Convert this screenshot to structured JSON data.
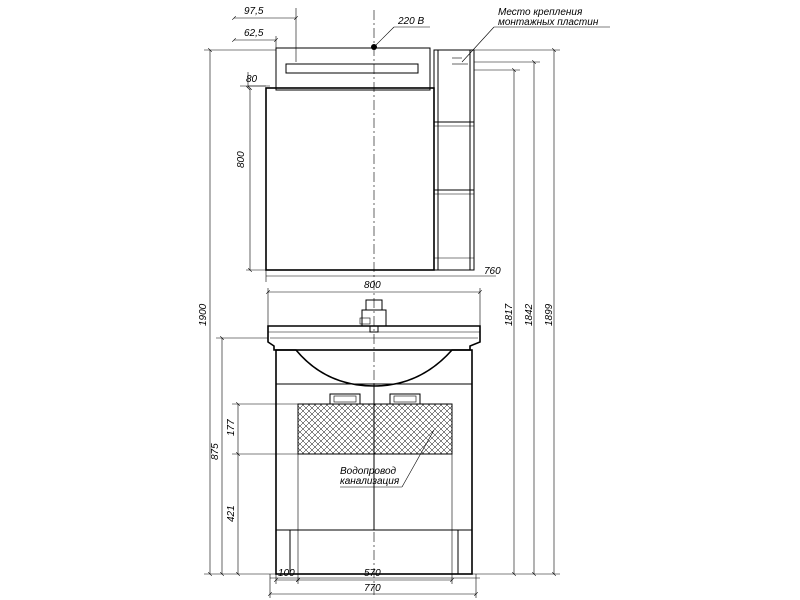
{
  "dimensions": {
    "d97_5": "97,5",
    "d62_5": "62,5",
    "d80": "80",
    "d800_height": "800",
    "d760": "760",
    "d800_width": "800",
    "d1900": "1900",
    "d1817": "1817",
    "d1842": "1842",
    "d1899": "1899",
    "d875": "875",
    "d177": "177",
    "d421": "421",
    "d100": "100",
    "d570": "570",
    "d770": "770"
  },
  "labels": {
    "power": "220 В",
    "mount_line1": "Место крепления",
    "mount_line2": "монтажных пластин",
    "water": "Водопровод",
    "sewer": "канализация"
  }
}
